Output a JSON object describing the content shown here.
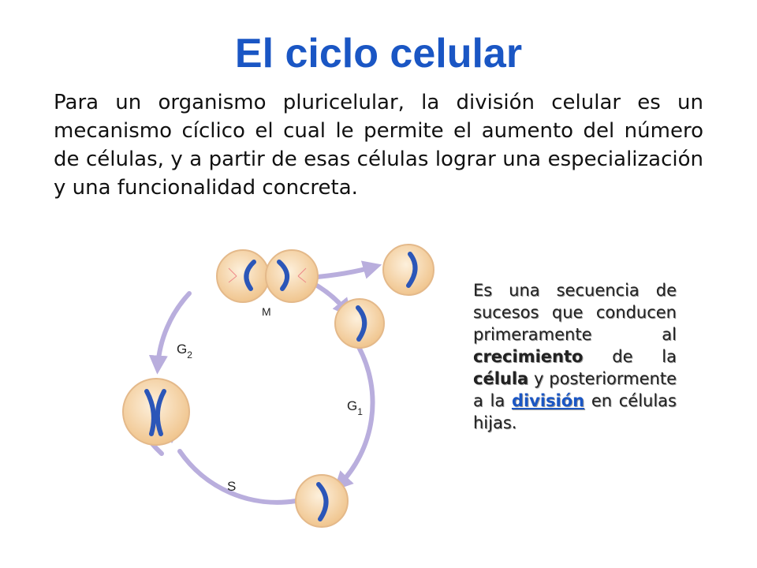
{
  "title": "El ciclo celular",
  "intro": "Para un organismo pluricelular, la división celular es un mecanismo cíclico el cual le permite el aumento del número de células, y a partir de esas células lograr una especialización y una funcionalidad concreta.",
  "diagram": {
    "phases": {
      "m": "M",
      "g2": "G",
      "g2_sub": "2",
      "g1": "G",
      "g1_sub": "1",
      "s": "S"
    }
  },
  "note": {
    "p1": "Es una secuencia de sucesos que conducen primeramente al ",
    "crecimiento": "crecimiento",
    "p2": " de la ",
    "celula": "célula",
    "p3": " y posteriormente a la ",
    "division": "división",
    "p4": " en células hijas."
  },
  "colors": {
    "title": "#1a56c4",
    "cycle": "#b9aedd",
    "cell": "#f7d6a8",
    "chromosome": "#2b56b8"
  }
}
